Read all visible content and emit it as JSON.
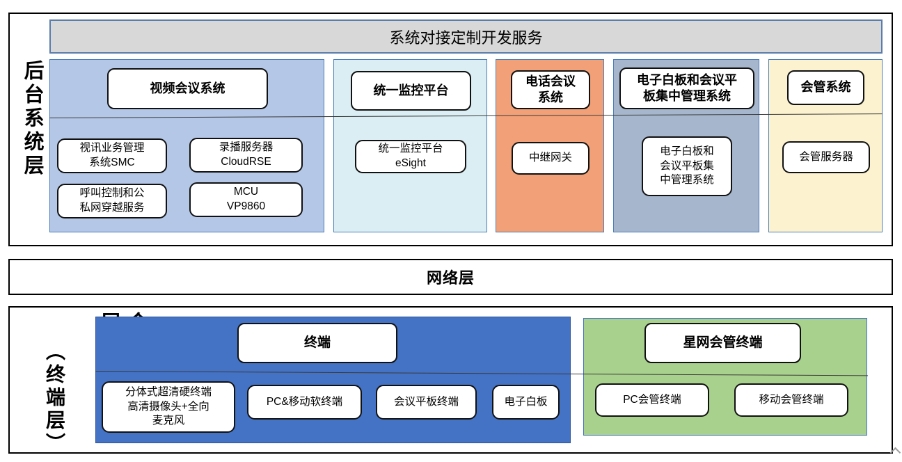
{
  "backend": {
    "side_label": "后台系统层",
    "top_banner": "系统对接定制开发服务",
    "columns": [
      {
        "title": "视频会议系统",
        "boxes": [
          "视讯业务管理\n系统SMC",
          "录播服务器\nCloudRSE",
          "呼叫控制和公\n私网穿越服务",
          "MCU\nVP9860"
        ]
      },
      {
        "title": "统一监控平台",
        "boxes": [
          "统一监控平台\neSight"
        ]
      },
      {
        "title": "电话会议\n系统",
        "boxes": [
          "中继网关"
        ]
      },
      {
        "title": "电子白板和会议平\n板集中管理系统",
        "boxes": [
          "电子白板和\n会议平板集\n中管理系统"
        ]
      },
      {
        "title": "会管系统",
        "boxes": [
          "会管服务器"
        ]
      }
    ]
  },
  "network": {
    "title": "网络层"
  },
  "terminal": {
    "side_label_main": "会议室设备层",
    "side_label_sub": "（终端层）",
    "groups": [
      {
        "title": "终端",
        "boxes": [
          "分体式超清硬终端\n高清摄像头+全向\n麦克风",
          "PC&移动软终端",
          "会议平板终端",
          "电子白板"
        ]
      },
      {
        "title": "星网会管终端",
        "boxes": [
          "PC会管终端",
          "移动会管终端"
        ]
      }
    ]
  },
  "colors": {
    "column_fills": [
      "#b4c7e7",
      "#daeef3",
      "#f1a077",
      "#a6b6cd",
      "#fcf2cf"
    ],
    "column_border": "#4a7ebb",
    "banner_fill": "#d8d8d8",
    "banner_border": "#5a7dab",
    "terminal_group_fill": "#4472c4",
    "starnet_group_fill": "#a9d18e",
    "starnet_group_border": "#4472c4"
  }
}
